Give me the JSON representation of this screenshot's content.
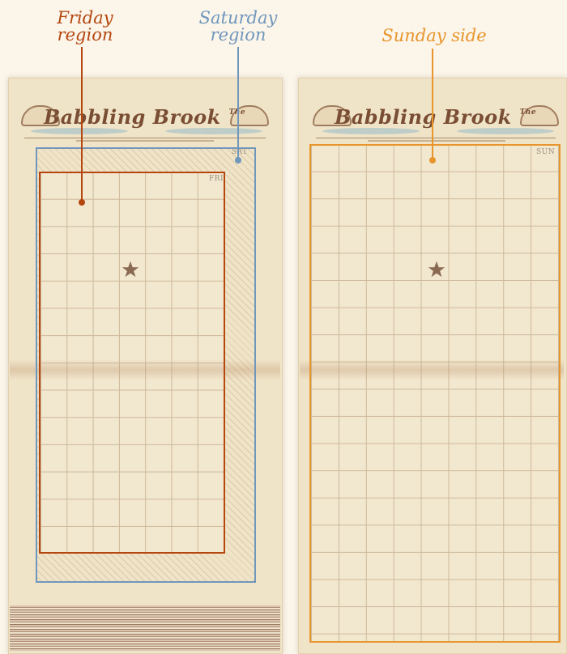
{
  "callouts": {
    "friday": {
      "lines": [
        "Friday",
        "region"
      ],
      "color": "#b4460e"
    },
    "saturday": {
      "lines": [
        "Saturday",
        "region"
      ],
      "color": "#6f96bb"
    },
    "sunday": {
      "lines": [
        "Sunday side"
      ],
      "color": "#e8952c"
    }
  },
  "left_page": {
    "masthead_title": "Babbling Brook",
    "masthead_the": "The",
    "day_labels": {
      "friday": "FRI",
      "saturday": "SAT"
    }
  },
  "right_page": {
    "masthead_title": "Babbling Brook",
    "masthead_the": "The",
    "day_label": "SUN"
  },
  "colors": {
    "friday_region": "#b4460e",
    "saturday_region": "#6f96bb",
    "sunday_region": "#e8952c",
    "star": "#8a6a52"
  },
  "icons": {
    "marker": "star-icon"
  }
}
